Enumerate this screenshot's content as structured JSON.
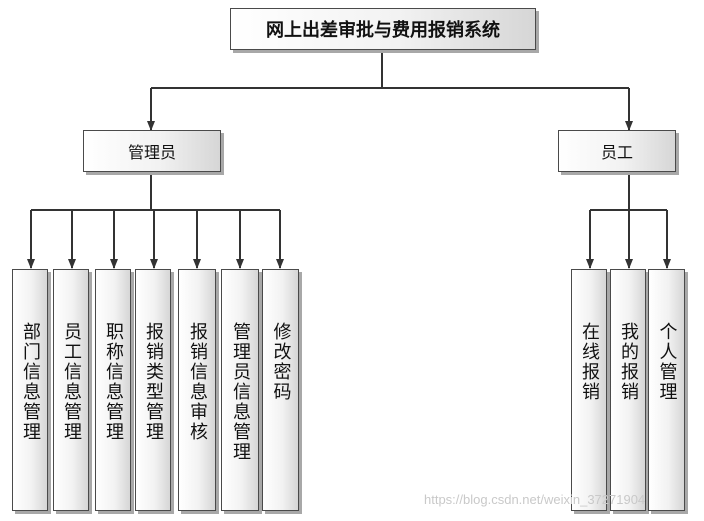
{
  "root": {
    "label": "网上出差审批与费用报销系统"
  },
  "admin": {
    "label": "管理员",
    "children": [
      "部门信息管理",
      "员工信息管理",
      "职称信息管理",
      "报销类型管理",
      "报销信息审核",
      "管理员信息管理",
      "修改密码"
    ]
  },
  "employee": {
    "label": "员工",
    "children": [
      "在线报销",
      "我的报销",
      "个人管理"
    ]
  },
  "watermark": "https://blog.csdn.net/weixin_37271904",
  "colors": {
    "line": "#333333",
    "border": "#4a4a4a",
    "shadow": "#a8a8a8"
  }
}
